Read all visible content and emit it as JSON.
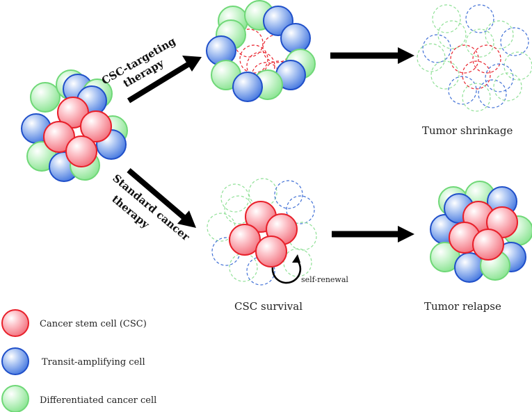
{
  "diagram": {
    "arrow_top_label_1": "CSC-targeting",
    "arrow_top_label_2": "therapy",
    "arrow_bottom_label_1": "Standard cancer",
    "arrow_bottom_label_2": "therapy",
    "shrinkage_label": "Tumor shrinkage",
    "survival_label": "CSC survival",
    "relapse_label": "Tumor relapse",
    "self_renewal_label": "self-renewal"
  },
  "legend": [
    {
      "label": "Cancer stem cell (CSC)",
      "type": "csc"
    },
    {
      "label": "Transit-amplifying cell",
      "type": "ta"
    },
    {
      "label": "Differentiated cancer cell",
      "type": "diff"
    }
  ],
  "colors": {
    "csc_fill": "#f26b78",
    "csc_edge": "#e8202a",
    "ta_fill": "#5f8fe6",
    "ta_edge": "#1f4fc9",
    "diff_fill": "#8ee895",
    "diff_edge": "#6fd877",
    "arrow": "#000000"
  }
}
